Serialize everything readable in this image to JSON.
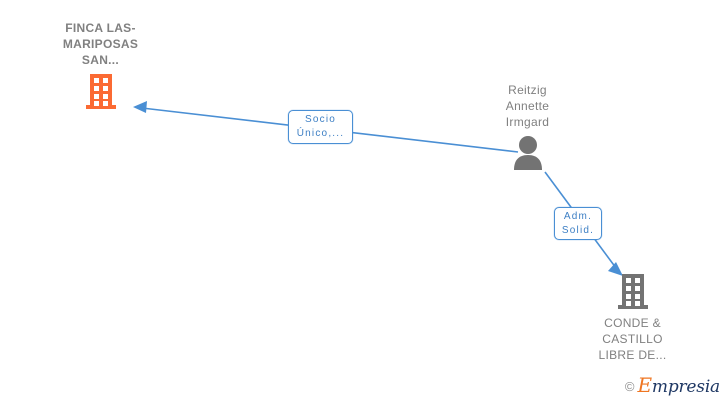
{
  "diagram": {
    "title": "corporate relationship graph",
    "background": "#ffffff",
    "colors": {
      "company_active": "#fb6a33",
      "company_other": "#737373",
      "person": "#737373",
      "edge": "#4a8fd4",
      "label_text": "#808080",
      "rel_text": "#3d7fc4",
      "rel_border": "#4a8fd4"
    }
  },
  "nodes": {
    "finca": {
      "label": "FINCA LAS-\nMARIPOSAS\nSAN...",
      "icon": "building-icon",
      "type": "company",
      "color": "#fb6a33"
    },
    "person": {
      "label": "Reitzig\nAnnette\nIrmgard",
      "icon": "person-icon",
      "type": "person",
      "color": "#737373"
    },
    "conde": {
      "label": "CONDE &\nCASTILLO\nLIBRE DE...",
      "icon": "building-icon",
      "type": "company",
      "color": "#737373"
    }
  },
  "relations": [
    {
      "id": "socio",
      "label": "Socio\nÚnico,...",
      "from": "person",
      "to": "finca"
    },
    {
      "id": "adm",
      "label": "Adm.\nSolid.",
      "from": "person",
      "to": "conde"
    }
  ],
  "watermark": {
    "copyright": "©",
    "brand_initial": "E",
    "brand_rest": "mpresia"
  }
}
